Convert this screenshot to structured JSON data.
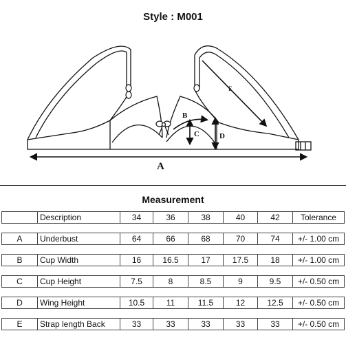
{
  "style_title": "Style : M001",
  "diagram": {
    "labels": {
      "a": "A",
      "b": "B",
      "c": "C",
      "d": "D",
      "e": "E"
    }
  },
  "measurement_title": "Measurement",
  "table": {
    "headers": [
      "",
      "Description",
      "34",
      "36",
      "38",
      "40",
      "42",
      "Tolerance"
    ],
    "rows": [
      {
        "code": "A",
        "description": "Underbust",
        "values": [
          "64",
          "66",
          "68",
          "70",
          "74"
        ],
        "tolerance": "+/- 1.00 cm"
      },
      {
        "code": "B",
        "description": "Cup Width",
        "values": [
          "16",
          "16.5",
          "17",
          "17.5",
          "18"
        ],
        "tolerance": "+/- 1.00 cm"
      },
      {
        "code": "C",
        "description": "Cup Height",
        "values": [
          "7.5",
          "8",
          "8.5",
          "9",
          "9.5"
        ],
        "tolerance": "+/- 0.50 cm"
      },
      {
        "code": "D",
        "description": "Wing Height",
        "values": [
          "10.5",
          "11",
          "11.5",
          "12",
          "12.5"
        ],
        "tolerance": "+/- 0.50 cm"
      },
      {
        "code": "E",
        "description": "Strap length Back",
        "values": [
          "33",
          "33",
          "33",
          "33",
          "33"
        ],
        "tolerance": "+/- 0.50 cm"
      }
    ]
  }
}
